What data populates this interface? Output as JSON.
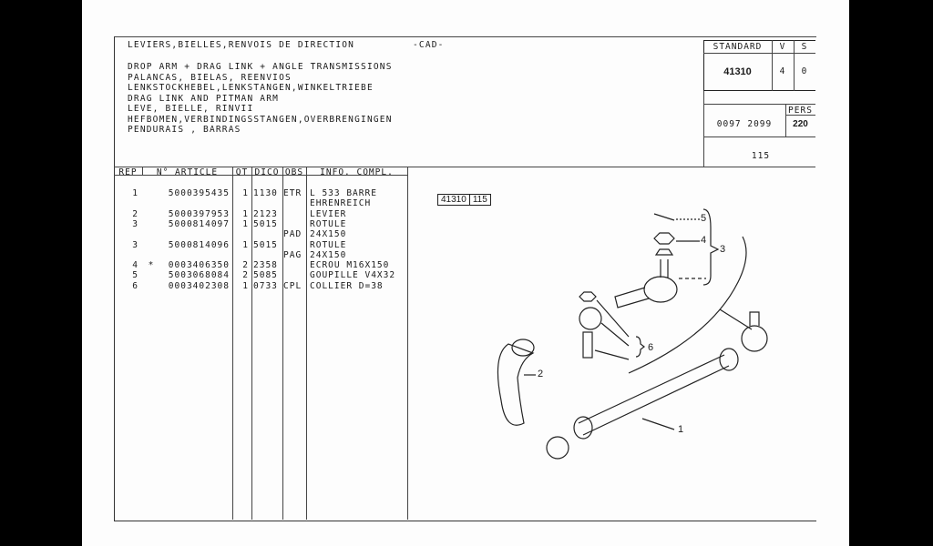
{
  "header": {
    "title": "LEVIERS,BIELLES,RENVOIS DE DIRECTION",
    "tag": "-CAD-",
    "translations": [
      "DROP ARM + DRAG LINK + ANGLE TRANSMISSIONS",
      "PALANCAS, BIELAS, REENVIOS",
      "LENKSTOCKHEBEL,LENKSTANGEN,WINKELTRIEBE",
      "DRAG LINK AND PITMAN ARM",
      "LEVE, BIELLE, RINVII",
      "HEFBOMEN,VERBINDINGSSTANGEN,OVERBRENGINGEN",
      "PENDURAIS , BARRAS"
    ]
  },
  "ref_box": {
    "standard_label": "STANDARD",
    "v_label": "V",
    "s_label": "S",
    "standard": "41310",
    "v": "4",
    "s": "0",
    "code": "0097 2099",
    "pers_label": "PERS",
    "pers": "220",
    "page": "115"
  },
  "table": {
    "headers": [
      "REP",
      "N° ARTICLE",
      "QT",
      "DICO",
      "OBS",
      "INFO. COMPL."
    ],
    "rows": [
      {
        "rep": "1",
        "star": "",
        "article": "5000395435",
        "qt": "1",
        "dico": "1130",
        "obs": "ETR",
        "info": "L 533 BARRE"
      },
      {
        "rep": "",
        "star": "",
        "article": "",
        "qt": "",
        "dico": "",
        "obs": "",
        "info": "EHRENREICH"
      },
      {
        "rep": "2",
        "star": "",
        "article": "5000397953",
        "qt": "1",
        "dico": "2123",
        "obs": "",
        "info": "LEVIER"
      },
      {
        "rep": "3",
        "star": "",
        "article": "5000814097",
        "qt": "1",
        "dico": "5015",
        "obs": "",
        "info": "ROTULE"
      },
      {
        "rep": "",
        "star": "",
        "article": "",
        "qt": "",
        "dico": "",
        "obs": "PAD",
        "info": "24X150"
      },
      {
        "rep": "3",
        "star": "",
        "article": "5000814096",
        "qt": "1",
        "dico": "5015",
        "obs": "",
        "info": "ROTULE"
      },
      {
        "rep": "",
        "star": "",
        "article": "",
        "qt": "",
        "dico": "",
        "obs": "PAG",
        "info": "24X150"
      },
      {
        "rep": "4",
        "star": "*",
        "article": "0003406350",
        "qt": "2",
        "dico": "2358",
        "obs": "",
        "info": "ECROU M16X150"
      },
      {
        "rep": "5",
        "star": "",
        "article": "5003068084",
        "qt": "2",
        "dico": "5085",
        "obs": "",
        "info": "GOUPILLE V4X32"
      },
      {
        "rep": "6",
        "star": "",
        "article": "0003402308",
        "qt": "1",
        "dico": "0733",
        "obs": "CPL",
        "info": "COLLIER D=38"
      }
    ]
  },
  "diagram": {
    "ref_standard": "41310",
    "ref_page": "115",
    "callouts": [
      "1",
      "2",
      "3",
      "4",
      "5",
      "6"
    ]
  }
}
